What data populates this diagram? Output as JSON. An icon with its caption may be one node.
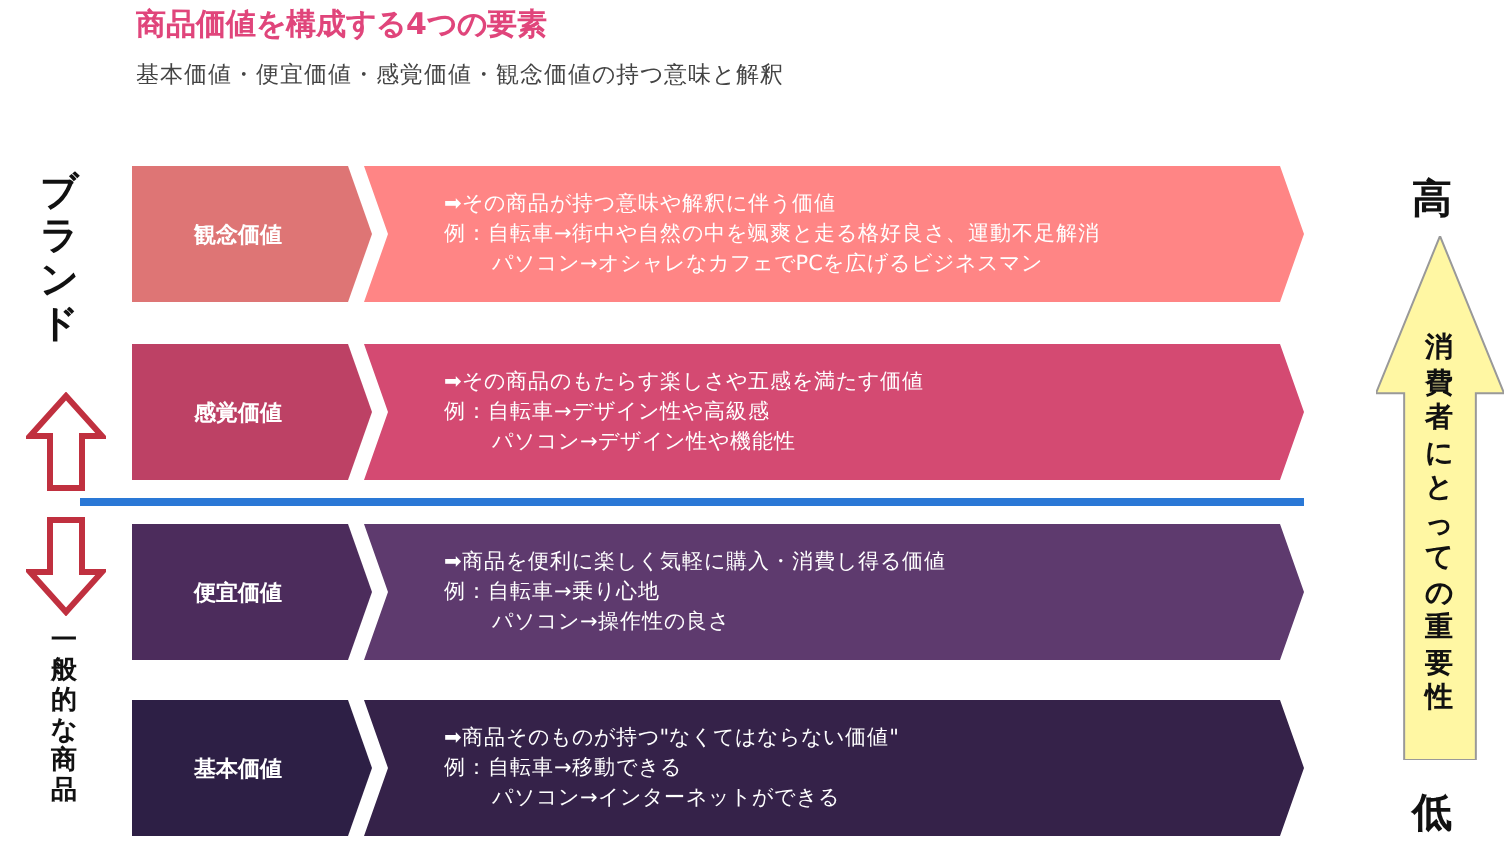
{
  "diagram": {
    "title": "商品価値を構成する4つの要素",
    "caption": "基本価値・便宜価値・感覚価値・観念価値の持つ意味と解釈",
    "nodes": [
      {
        "text": [
          "観念価値"
        ]
      },
      {
        "text": [
          "➡その商品が持つ意味や解釈に伴う価値",
          "例：自転車→街中や自然の中を颯爽と走る格好良さ、運動不足解消",
          "パソコン→オシャレなカフェでPCを広げるビジネスマン"
        ]
      },
      {
        "text": [
          "感覚価値"
        ]
      },
      {
        "text": [
          "➡その商品のもたらす楽しさや五感を満たす価値",
          "例：自転車→デザイン性や高級感",
          "パソコン→デザイン性や機能性"
        ]
      },
      {
        "text": [
          "便宜価値"
        ]
      },
      {
        "text": [
          "➡商品を便利に楽しく気軽に購入・消費し得る価値",
          "例：自転車→乗り心地",
          "パソコン→操作性の良さ"
        ]
      },
      {
        "text": [
          "基本価値"
        ]
      },
      {
        "text": [
          "➡商品そのものが持つ\"なくてはならない価値\"",
          "例：自転車→移動できる",
          "パソコン→インターネットができる"
        ]
      },
      {
        "text": [
          "消費者にとっての重要性"
        ]
      }
    ],
    "labels": [
      "ブランド",
      "一般的な商品",
      "高",
      "低"
    ]
  }
}
